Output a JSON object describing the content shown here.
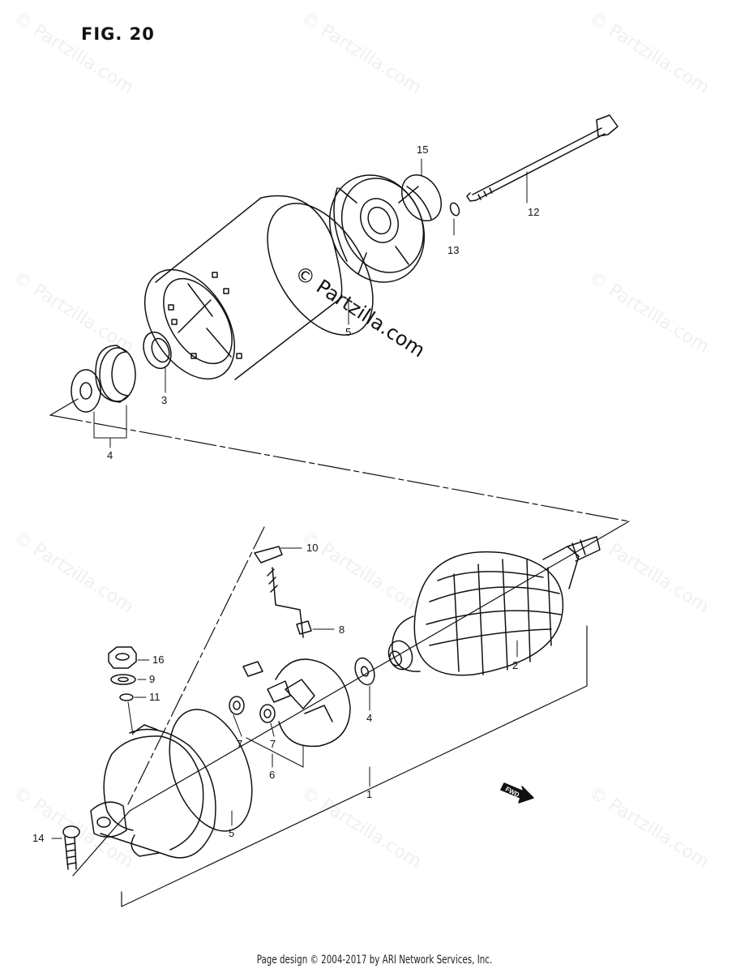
{
  "figure_title": "FIG. 20",
  "watermark": "© Partzilla.com",
  "center_watermark": "© Partzilla.com",
  "footer": "Page design © 2004-2017 by ARI Network Services, Inc.",
  "fwd_label": "FWD",
  "callouts": {
    "c1": "1",
    "c2": "2",
    "c3": "3",
    "c4a": "4",
    "c4b": "4",
    "c5a": "5",
    "c5b": "5",
    "c6": "6",
    "c7a": "7",
    "c7b": "7",
    "c8": "8",
    "c9": "9",
    "c10": "10",
    "c11": "11",
    "c12": "12",
    "c13": "13",
    "c14": "14",
    "c15": "15",
    "c16": "16"
  }
}
